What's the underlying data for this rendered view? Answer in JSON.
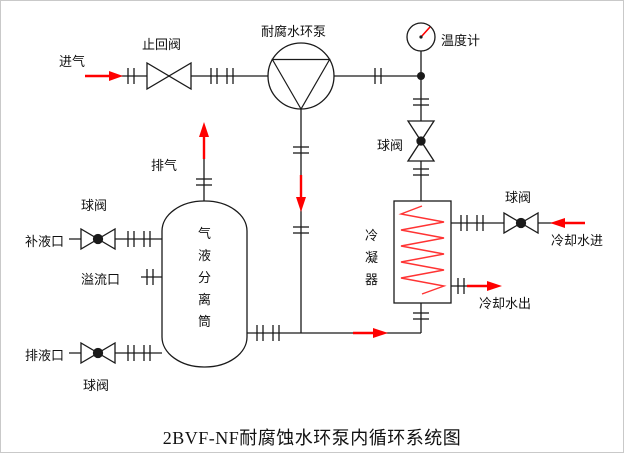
{
  "title": "2BVF-NF耐腐蚀水环泵内循环系统图",
  "colors": {
    "line": "#1a1a1a",
    "red": "#ff0000",
    "coil_red": "#ff3333",
    "background": "#ffffff"
  },
  "labels": {
    "air_inlet": "进气",
    "check_valve": "止回阀",
    "pump": "耐腐水环泵",
    "thermometer": "温度计",
    "ball_valve_right": "球阀",
    "exhaust": "排气",
    "ball_valve_makeup": "球阀",
    "makeup_port": "补液口",
    "overflow_port": "溢流口",
    "separator": "气液分离筒",
    "drain_port": "排液口",
    "ball_valve_drain": "球阀",
    "condenser": "冷凝器",
    "ball_valve_cooling": "球阀",
    "cooling_water_in": "冷却水进",
    "cooling_water_out": "冷却水出"
  }
}
